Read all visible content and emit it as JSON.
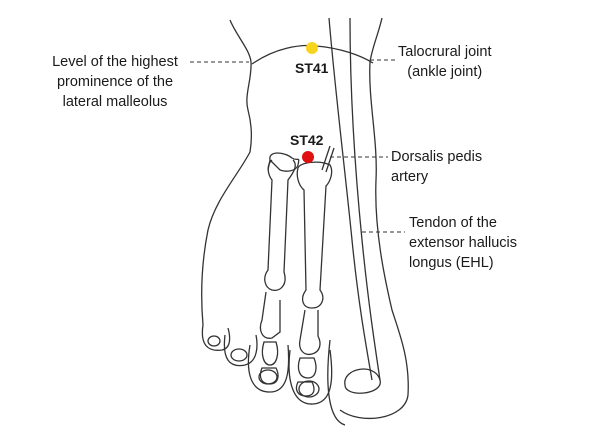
{
  "points": [
    {
      "name": "ST41",
      "color": "#f7d51e"
    },
    {
      "name": "ST42",
      "color": "#e01010"
    }
  ],
  "labels": {
    "malleolus": [
      "Level of the highest",
      "prominence of the",
      "lateral malleolus"
    ],
    "talocrural": [
      "Talocrural joint",
      "(ankle joint)"
    ],
    "artery": [
      "Dorsalis pedis",
      "artery"
    ],
    "tendon": [
      "Tendon of the",
      "extensor hallucis",
      "longus (EHL)"
    ]
  }
}
